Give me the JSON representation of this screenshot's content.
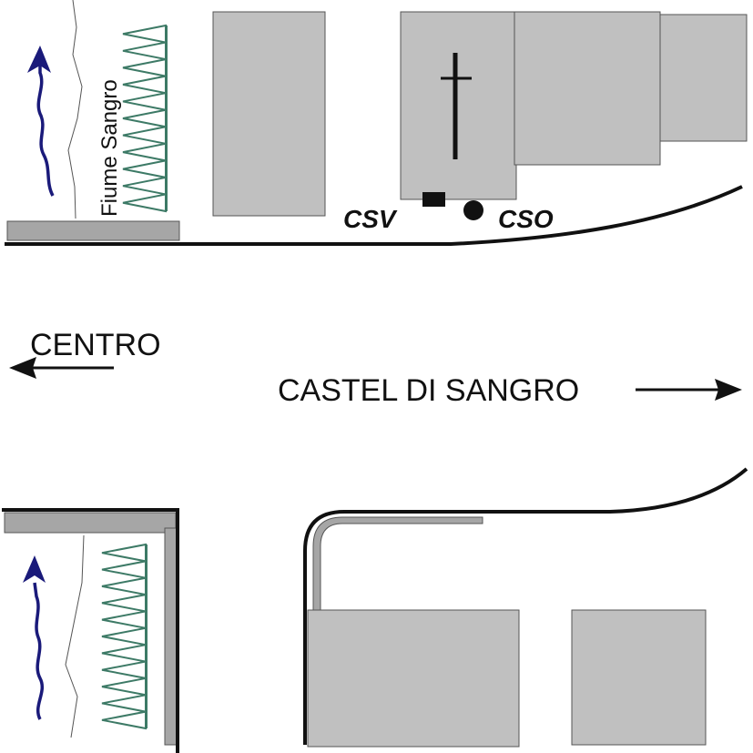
{
  "labels": {
    "river": "Fiume Sangro",
    "station_csv": "CSV",
    "station_cso": "CSO",
    "direction_left": "CENTRO",
    "direction_right": "CASTEL DI SANGRO"
  },
  "colors": {
    "building": "#c0c0c0",
    "building_stroke": "#555555",
    "dark_strip": "#a6a6a6",
    "road": "#111111",
    "flow_arrow": "#1a1a7a",
    "vegetation": "#3d7a66",
    "background": "#ffffff"
  },
  "icons": {
    "church": "cross-icon",
    "flow": "flow-arrow-icon",
    "vegetation": "vegetation-spike-icon",
    "station_csv": "square-marker-icon",
    "station_cso": "circle-marker-icon",
    "direction": "arrow-icon"
  }
}
